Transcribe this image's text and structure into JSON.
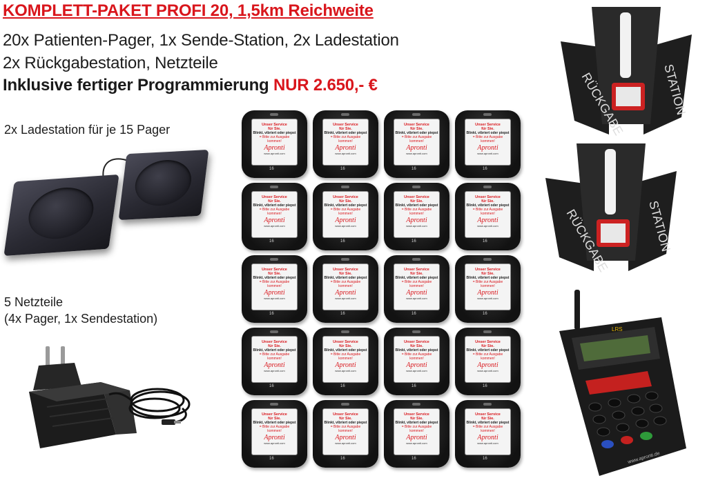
{
  "header": {
    "title": "KOMPLETT-PAKET PROFI 20, 1,5km Reichweite",
    "line1": "20x Patienten-Pager, 1x Sende-Station, 2x Ladestation",
    "line2": "2x Rückgabestation, Netzteile",
    "price_text": "Inklusive fertiger Programmierung",
    "price_value": "NUR 2.650,- €"
  },
  "captions": {
    "charger": "2x Ladestation für je 15 Pager",
    "psu_line1": "5 Netzteile",
    "psu_line2": "(4x Pager, 1x Sendestation)"
  },
  "pager": {
    "line1": "Unser Service",
    "line2": "für Sie.",
    "line3": "Blinkt, vibriert oder piepst",
    "line4": "= Bitte zur Ausgabe",
    "line5": "kommen!",
    "brand": "Apronti",
    "url": "www.apronti.com",
    "number": "16",
    "count": 20
  },
  "return_station": {
    "label_left": "RÜCKGABE",
    "label_right": "STATION"
  },
  "transmitter": {
    "brand": "LRS",
    "url": "www.apronti.de"
  },
  "colors": {
    "accent": "#d9161c",
    "text": "#1d1d1d",
    "device": "#1a1a1a"
  }
}
